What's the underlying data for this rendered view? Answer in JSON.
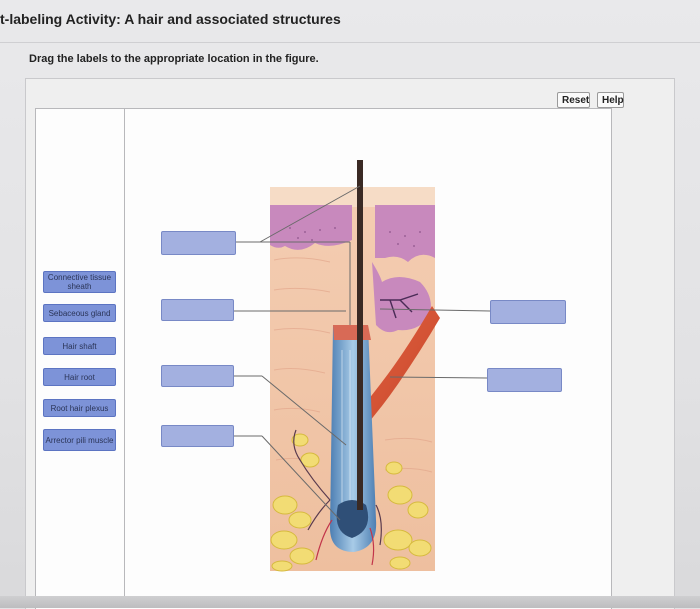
{
  "header": {
    "title": "t-labeling Activity: A hair and associated structures"
  },
  "instructions": "Drag the labels to the appropriate location in the figure.",
  "toolbar": {
    "reset_label": "Reset",
    "help_label": "Help"
  },
  "labels": [
    "Connective tissue sheath",
    "Sebaceous gland",
    "Hair shaft",
    "Hair root",
    "Root hair plexus",
    "Arrector pili muscle"
  ],
  "dropzones": {
    "count": 6,
    "filled": 0
  },
  "colors": {
    "label_chip": "#7d93d8",
    "dropzone": "#a3b0e0",
    "epidermis": "#c889bd",
    "dermis": "#f2c7a9",
    "muscle": "#d9573a",
    "follicle": "#6f9cc7",
    "fat": "#f2dc74"
  }
}
